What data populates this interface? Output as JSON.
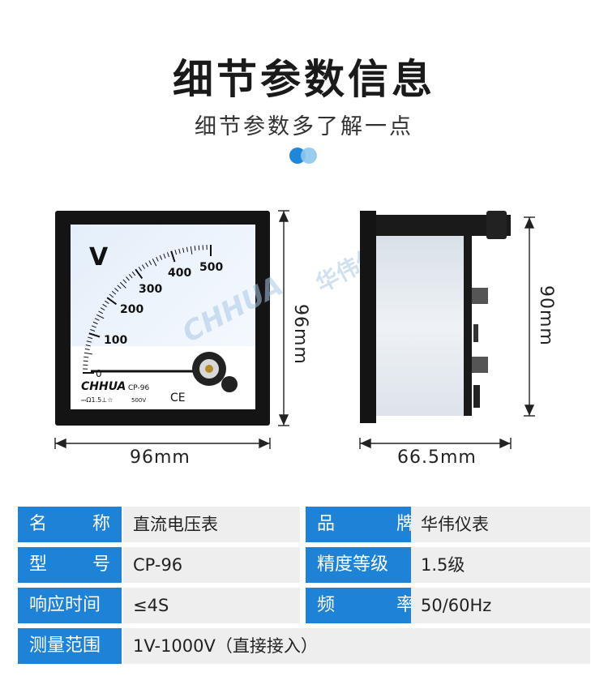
{
  "header": {
    "title": "细节参数信息",
    "subtitle": "细节参数多了解一点"
  },
  "product_front": {
    "unit_symbol": "V",
    "scale_labels": [
      "0",
      "100",
      "200",
      "300",
      "400",
      "500"
    ],
    "brand_logo": "CHHUA",
    "model_text": "CP-96",
    "class_text": "⎓Ω1.5⊥☆",
    "rating_text": "500V",
    "ce_mark": "CE",
    "watermark_latin": "CHHUA",
    "watermark_cn": "华伟仪表"
  },
  "dimensions": {
    "front_width": "96mm",
    "front_height": "96mm",
    "side_depth": "66.5mm",
    "side_height": "90mm"
  },
  "specs": [
    {
      "key_a": [
        "名",
        "称"
      ],
      "value_a": "直流电压表",
      "key_b": [
        "品",
        "牌"
      ],
      "value_b": "华伟仪表"
    },
    {
      "key_a": [
        "型",
        "号"
      ],
      "value_a": "CP-96",
      "key_b": [
        "精度等级"
      ],
      "value_b": "1.5级"
    },
    {
      "key_a": [
        "响应时间"
      ],
      "value_a": "≤4S",
      "key_b": [
        "频",
        "率"
      ],
      "value_b": "50/60Hz"
    },
    {
      "key_a": [
        "测量范围"
      ],
      "value_a": "1V-1000V（直接接入）"
    }
  ],
  "colors": {
    "accent_blue": "#1e83d6",
    "dot_light": "#8ec8ee",
    "cell_gray": "#eeeeee"
  }
}
